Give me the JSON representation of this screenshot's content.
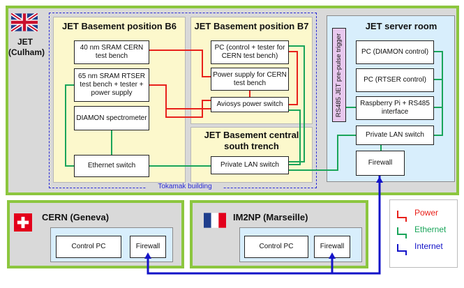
{
  "jet": {
    "label_line1": "JET",
    "label_line2": "(Culham)",
    "flag": "uk-flag",
    "b6": {
      "title": "JET Basement position B6",
      "sram40": "40 nm SRAM CERN test bench",
      "sram65": "65 nm SRAM RTSER test bench + tester + power supply",
      "diamon": "DIAMON spectrometer",
      "ethernet_switch": "Ethernet switch"
    },
    "b7": {
      "title": "JET Basement position B7",
      "pc": "PC (control + tester for CERN test bench)",
      "power_supply": "Power supply for CERN test bench",
      "aviosys": "Aviosys power switch"
    },
    "central": {
      "title": "JET Basement central south trench",
      "private_lan": "Private LAN switch"
    },
    "tokamak_label": "Tokamak building",
    "server_room": {
      "title": "JET server room",
      "trigger": "RS485 JET pre-pulse trigger",
      "pc_diamon": "PC (DIAMON control)",
      "pc_rtser": "PC (RTSER control)",
      "raspberry": "Raspberry Pi + RS485 interface",
      "private_lan": "Private LAN switch",
      "firewall": "Firewall"
    }
  },
  "cern": {
    "title": "CERN (Geneva)",
    "flag": "swiss-flag",
    "control_pc": "Control PC",
    "firewall": "Firewall"
  },
  "im2np": {
    "title": "IM2NP (Marseille)",
    "flag": "french-flag",
    "control_pc": "Control PC",
    "firewall": "Firewall"
  },
  "legend": {
    "power": "Power",
    "ethernet": "Ethernet",
    "internet": "Internet",
    "colors": {
      "power": "#e8211b",
      "ethernet": "#1aa55a",
      "internet": "#1414c8"
    }
  }
}
